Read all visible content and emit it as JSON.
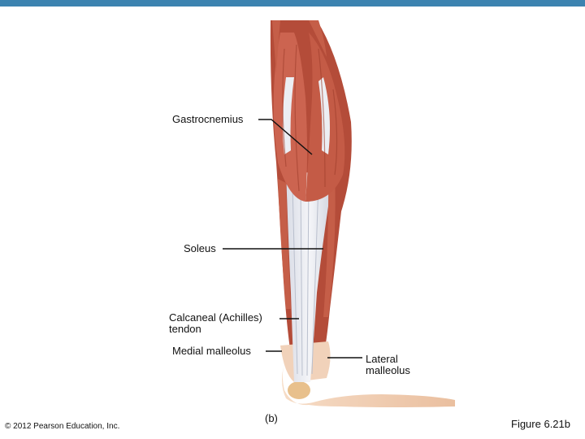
{
  "colors": {
    "top_bar": "#3c83b0",
    "muscle": "#c8604a",
    "muscle_dark": "#9e3d2c",
    "tendon": "#e7e9ef",
    "skin": "#f2cfb6",
    "leader": "#111111"
  },
  "labels": {
    "gastrocnemius": "Gastrocnemius",
    "soleus": "Soleus",
    "calcaneal": "Calcaneal (Achilles)\ntendon",
    "medial_malleolus": "Medial malleolus",
    "lateral_malleolus": "Lateral\nmalleolus"
  },
  "panel_letter": "(b)",
  "copyright": "© 2012 Pearson Education, Inc.",
  "figure_number": "Figure 6.21b"
}
